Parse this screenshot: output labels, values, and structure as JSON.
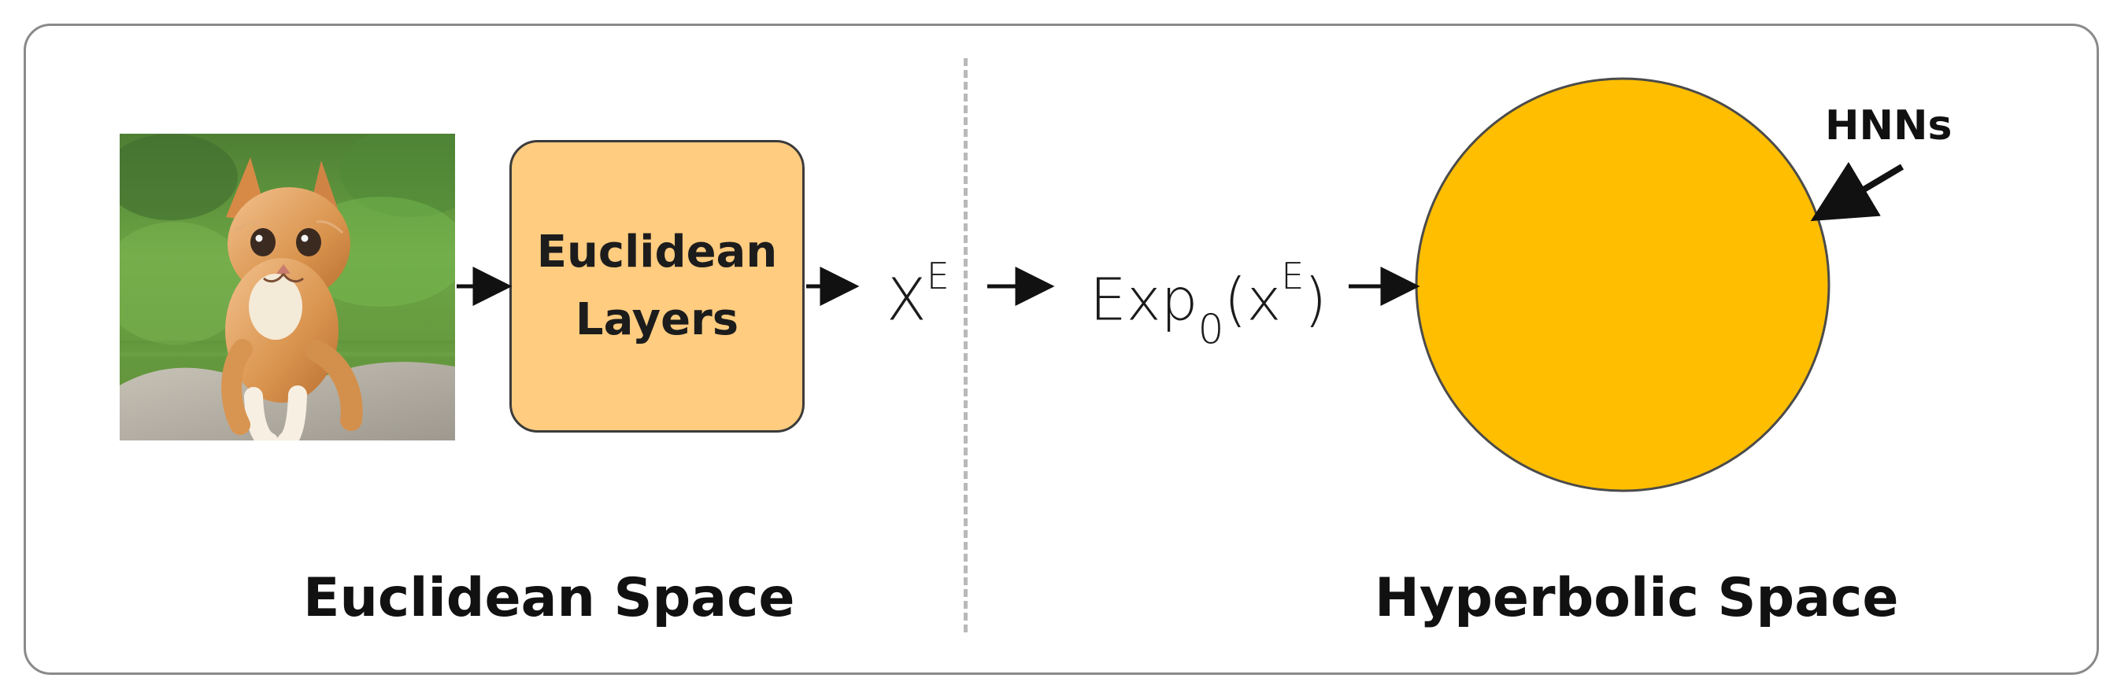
{
  "diagram": {
    "left_panel": {
      "input_image": "kitten-photo",
      "box_line_1": "Euclidean",
      "box_line_2": "Layers",
      "label": "Euclidean Space"
    },
    "middle": {
      "xe_base": "X",
      "xe_sup": "E",
      "exp_prefix": "Exp",
      "exp_sub": "0",
      "exp_open": "(x",
      "exp_sup": "E",
      "exp_close": ")"
    },
    "right_panel": {
      "hnn_label": "HNNs",
      "label": "Hyperbolic Space",
      "circle_color": "#FFBE00"
    },
    "colors": {
      "frame": "#8A8A8A",
      "box_fill": "#FFCC80",
      "arrow": "#111111",
      "divider": "#B9B9B9"
    }
  }
}
